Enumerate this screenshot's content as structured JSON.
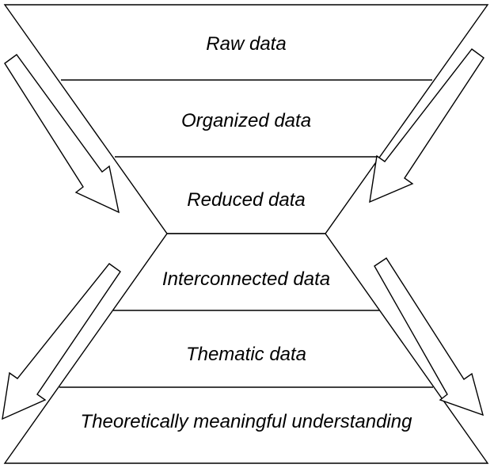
{
  "diagram": {
    "levels": [
      {
        "label": "Raw data"
      },
      {
        "label": "Organized data"
      },
      {
        "label": "Reduced data"
      },
      {
        "label": "Interconnected data"
      },
      {
        "label": "Thematic data"
      },
      {
        "label": "Theoretically meaningful understanding"
      }
    ],
    "colors": {
      "stroke": "#000000",
      "fill": "#ffffff",
      "text": "#000000"
    }
  }
}
